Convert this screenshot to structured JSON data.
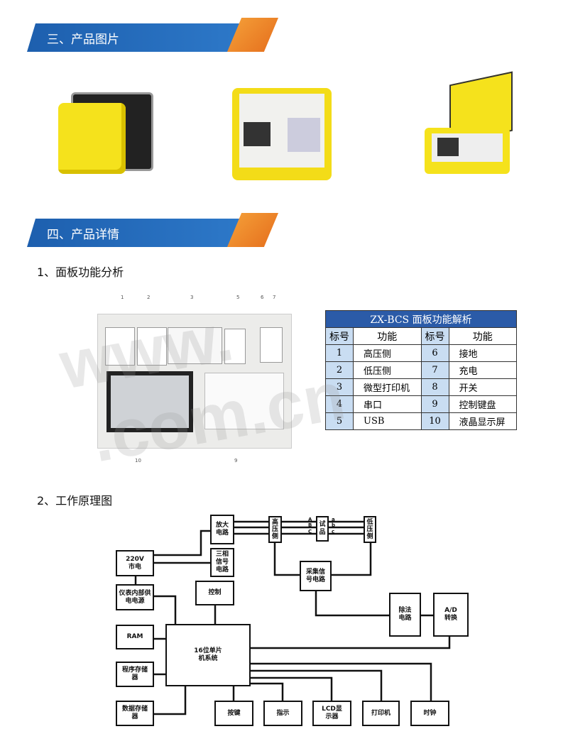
{
  "section3": {
    "title": "三、产品图片"
  },
  "section4": {
    "title": "四、产品详情"
  },
  "panel_section": {
    "title": "1、面板功能分析",
    "callouts_top": [
      "1",
      "2",
      "3",
      "5",
      "6",
      "7"
    ],
    "callouts_bottom": [
      "10",
      "9"
    ]
  },
  "table": {
    "title": "ZX-BCS 面板功能解析",
    "headers": [
      "标号",
      "功能",
      "标号",
      "功能"
    ],
    "rows": [
      [
        "1",
        "高压侧",
        "6",
        "接地"
      ],
      [
        "2",
        "低压侧",
        "7",
        "充电"
      ],
      [
        "3",
        "微型打印机",
        "8",
        "开关"
      ],
      [
        "4",
        "串口",
        "9",
        "控制键盘"
      ],
      [
        "5",
        "USB",
        "10",
        "液晶显示屏"
      ]
    ]
  },
  "principle": {
    "title": "2、工作原理图",
    "blocks": {
      "amp": "放大电路",
      "hv": "高压侧",
      "sample": "试品",
      "lv": "低压侧",
      "mains": "220V市电",
      "three": "三相信号电路",
      "acq": "采集信号电路",
      "power": "仪表内部供电电源",
      "ctrl": "控制",
      "div": "除法电路",
      "adc": "A/D转换",
      "ram": "RAM",
      "mcu": "16位单片机系统",
      "prog": "程序存储器",
      "data": "数据存储器",
      "key": "按键",
      "ind": "指示",
      "lcd": "LCD显示器",
      "prn": "打印机",
      "clk": "时钟"
    },
    "phase_upper": [
      "A",
      "B",
      "C"
    ],
    "phase_lower": [
      "a",
      "b",
      "c"
    ]
  },
  "watermark": "www.             .com.cn"
}
